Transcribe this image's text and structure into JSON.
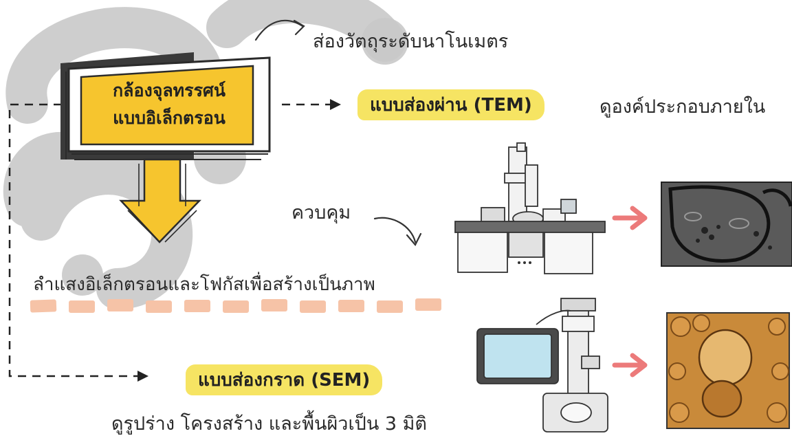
{
  "title_box": {
    "line1": "กล้องจุลทรรศน์",
    "line2": "แบบอิเล็กตรอน"
  },
  "nano_caption": "ส่องวัตถุระดับนาโนเมตร",
  "tem": {
    "label": "แบบส่องผ่าน (TEM)",
    "description": "ดูองค์ประกอบภายใน"
  },
  "control_caption": "ควบคุม",
  "beam_caption": "ลำแสงอิเล็กตรอนและโฟกัสเพื่อสร้างเป็นภาพ",
  "sem": {
    "label": "แบบส่องกราด (SEM)",
    "description": "ดูรูปร่าง โครงสร้าง และพื้นผิวเป็น 3 มิติ"
  },
  "colors": {
    "accent_yellow": "#f6c52e",
    "highlight_yellow": "#f6e463",
    "arrow_pink": "#ec7a7a",
    "dash_peach": "#f6c3a7",
    "watermark_gray": "#c8c8c8"
  },
  "icons": [
    "curved-arrow-icon",
    "dashed-arrow-icon",
    "tem-microscope-icon",
    "sem-microscope-icon",
    "cell-tem-image",
    "cell-sem-image"
  ]
}
